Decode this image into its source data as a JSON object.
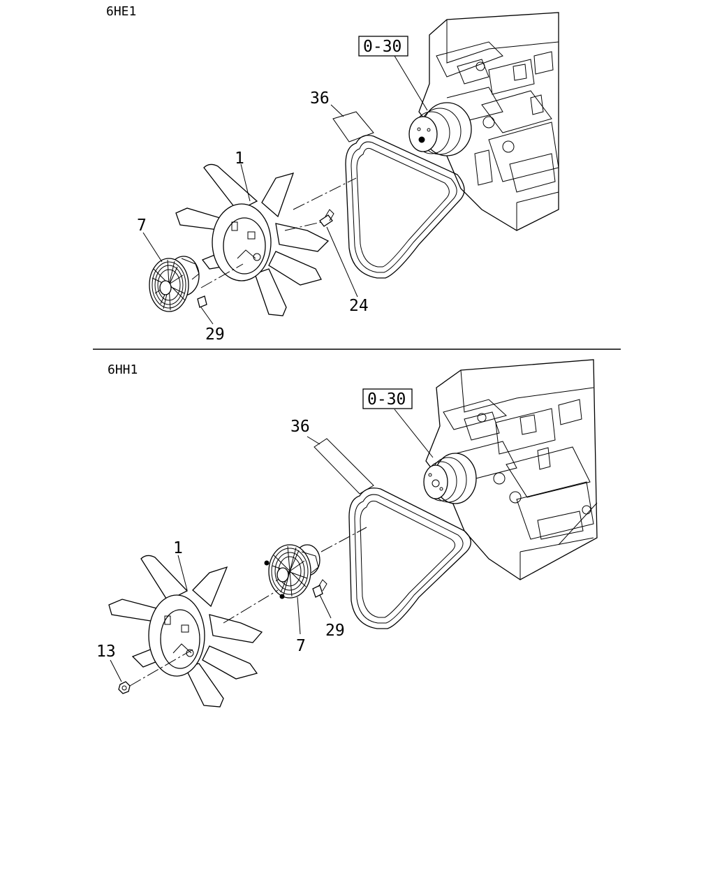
{
  "sections": [
    {
      "model": "6HE1",
      "ref_box": "0-30",
      "labels": {
        "belt": "36",
        "fan": "1",
        "clutch": "7",
        "bolt_a": "24",
        "bolt_b": "29"
      }
    },
    {
      "model": "6HH1",
      "ref_box": "0-30",
      "labels": {
        "belt": "36",
        "fan": "1",
        "clutch": "7",
        "bolt_b": "29",
        "nut": "13"
      }
    }
  ]
}
